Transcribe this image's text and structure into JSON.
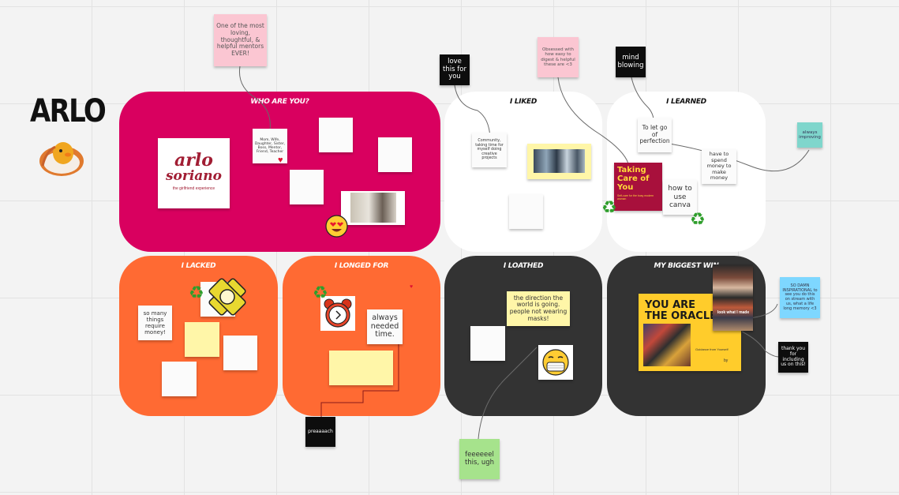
{
  "board": {
    "name": "ARLO"
  },
  "panels": {
    "who": "WHO ARE YOU?",
    "liked": "I LIKED",
    "learned": "I LEARNED",
    "lacked": "I LACKED",
    "longed": "I LONGED FOR",
    "loathed": "I LOATHED",
    "win": "MY BIGGEST WIN"
  },
  "logo": {
    "line1": "arlo",
    "line2": "soriano",
    "tagline": "the girlfriend experience"
  },
  "notes": {
    "pink_mentor": "One of the most loving, thoughtful, & helpful mentors EVER!",
    "pink_obsessed": "Obsessed with how easy to digest & helpful these are <3",
    "love_this": "love this for you",
    "mind_blowing": "mind blowing",
    "always_improving": "always improving",
    "identity": "Mom, Wife, Daughter, Sister, Boss, Mentor, Friend, Teacher",
    "community": "Community, taking time for myself doing creative projects",
    "let_go": "To let go of perfection",
    "spend_money": "have to spend money to make money",
    "use_canva": "how to use canva",
    "so_many": "so many things require money!",
    "always_needed": "always needed time.",
    "direction": "the direction the world is going. people not wearing masks!",
    "so_damn": "SO DAMN INSPIRATIONAL to see you do this on stream with us, what a life long memory <3",
    "thank_you": "thank you for including us on this!",
    "preach": "preaaaach",
    "feel_this": "feeeeeel this, ugh"
  },
  "book": {
    "title": "Taking Care of You",
    "subtitle": "Self-care for the busy modern woman"
  },
  "oracle": {
    "title": "YOU ARE THE ORACLE",
    "subtitle": "Guidance from Yourself",
    "author": "by"
  },
  "collage": {
    "caption": "look what I made"
  },
  "colors": {
    "pink_panel": "#d9005f",
    "white_panel": "#ffffff",
    "orange_panel": "#ff6a33",
    "dark_panel": "#333333",
    "logo_red": "#a11d33",
    "recycle_green": "#2f9e2c"
  },
  "icons": [
    "recycle-icon",
    "heart-eyes-emoji",
    "mask-emoji",
    "alarm-clock-icon",
    "heart-icon",
    "flower-icon"
  ]
}
